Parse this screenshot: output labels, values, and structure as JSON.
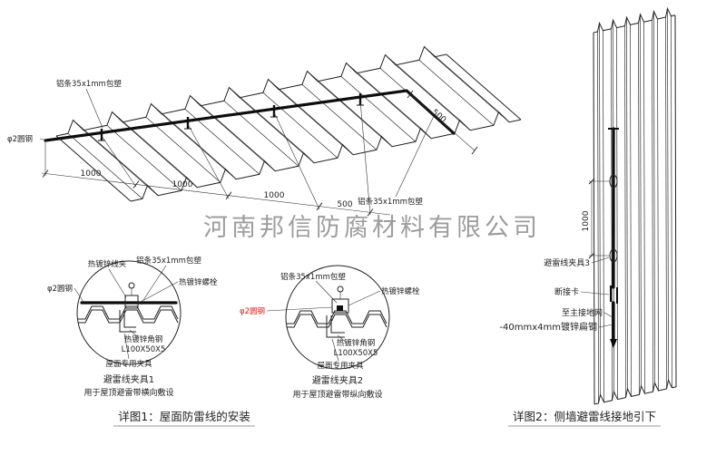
{
  "watermark": "河南邦信防腐材料有限公司",
  "roof": {
    "label_strip_top": "铝条35x1mm包塑",
    "label_round_steel": "φ2圆钢",
    "label_strip_right": "铝条35x1mm包塑",
    "dims": {
      "d1": "1000",
      "d2": "1000",
      "d3": "1000",
      "d4": "500",
      "d5": "500"
    }
  },
  "detail1": {
    "label_wire_clip": "热镀锌线夹",
    "label_strip": "铝条35x1mm包塑",
    "label_bolt": "热镀锌螺栓",
    "label_round_steel": "φ2圆钢",
    "label_angle": "热镀锌角钢",
    "label_angle_spec": "L100X50X5",
    "label_fixture": "屋面专用夹具",
    "title": "避雷线夹具1",
    "subtitle": "用于屋顶避雷带横向敷设"
  },
  "detail2": {
    "label_strip": "铝条35x1mm包塑",
    "label_bolt": "热镀锌螺栓",
    "label_round_steel": "φ2圆钢",
    "label_angle": "热镀锌角钢",
    "label_angle_spec": "L100X50X5",
    "label_fixture": "屋面专用夹具",
    "title": "避雷线夹具2",
    "subtitle": "用于屋顶避雷带纵向敷设"
  },
  "wall": {
    "label_clamp": "避雷线夹具3",
    "label_disconnect": "断接卡",
    "label_ground": "至主接地网",
    "label_flat_steel": "-40mmx4mm镀锌扁钢",
    "dim": "1000"
  },
  "captions": {
    "fig1": "详图1：屋面防雷线的安装",
    "fig2": "详图2：侧墙避雷线接地引下"
  },
  "colors": {
    "line": "#222222",
    "red": "#cc2222",
    "watermark": "#989898"
  }
}
